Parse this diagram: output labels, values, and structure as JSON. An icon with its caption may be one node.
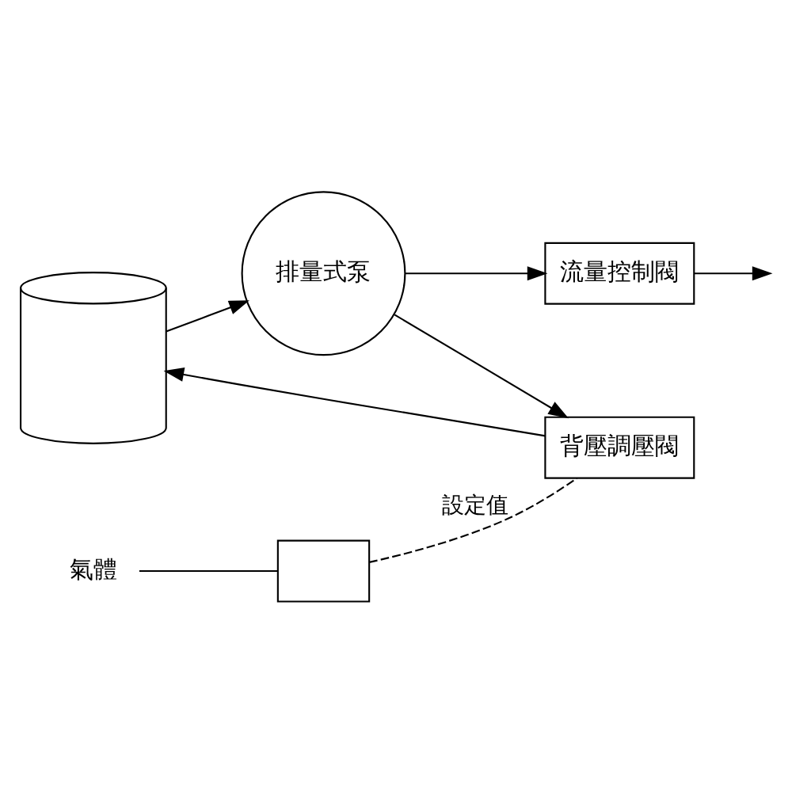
{
  "diagram": {
    "nodes": [
      {
        "text": [],
        "shape": "cylinder"
      },
      {
        "text": [
          "排量式泵"
        ]
      },
      {
        "text": [
          "背壓調壓閥"
        ]
      },
      {
        "text": [],
        "shape": "box"
      },
      {
        "text": [
          "氣體"
        ]
      },
      {
        "text": [
          "流量控制閥"
        ]
      }
    ],
    "edges": [
      {
        "from": 0,
        "to": 1,
        "arrow": "to"
      },
      {
        "from": 1,
        "to": 2,
        "arrow": "to"
      },
      {
        "from": 1,
        "to": 5,
        "arrow": "to"
      },
      {
        "from": 2,
        "to": 0,
        "arrow": "to"
      },
      {
        "from": 3,
        "to": 2,
        "arrow": "none",
        "style": "dashed",
        "label": "設定值"
      },
      {
        "from": 4,
        "to": 3,
        "arrow": "none"
      },
      {
        "from": 5,
        "to": null,
        "arrow": "to"
      }
    ]
  }
}
